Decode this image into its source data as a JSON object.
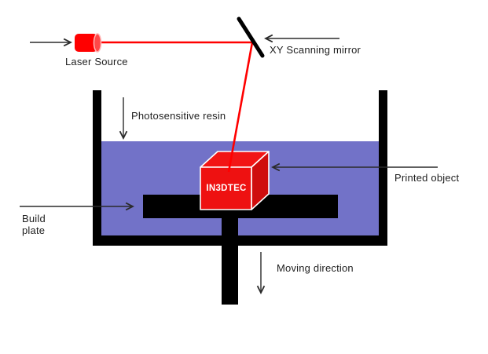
{
  "diagram": {
    "labels": {
      "laser_source": "Laser Source",
      "scanning_mirror": "XY Scanning mirror",
      "resin": "Photosensitive resin",
      "printed_object": "Printed object",
      "build_plate": "Build plate",
      "moving_direction": "Moving direction"
    },
    "printed_object_text": "IN3DTEC",
    "colors": {
      "resin_fill": "#7272c8",
      "laser_beam": "#ff0000",
      "cube_front": "#ee1111",
      "cube_top": "#f21515",
      "cube_right": "#cf0d0d",
      "structure_black": "#000000",
      "arrow": "#2b2b2b",
      "label_text": "#1f1f1f"
    }
  }
}
